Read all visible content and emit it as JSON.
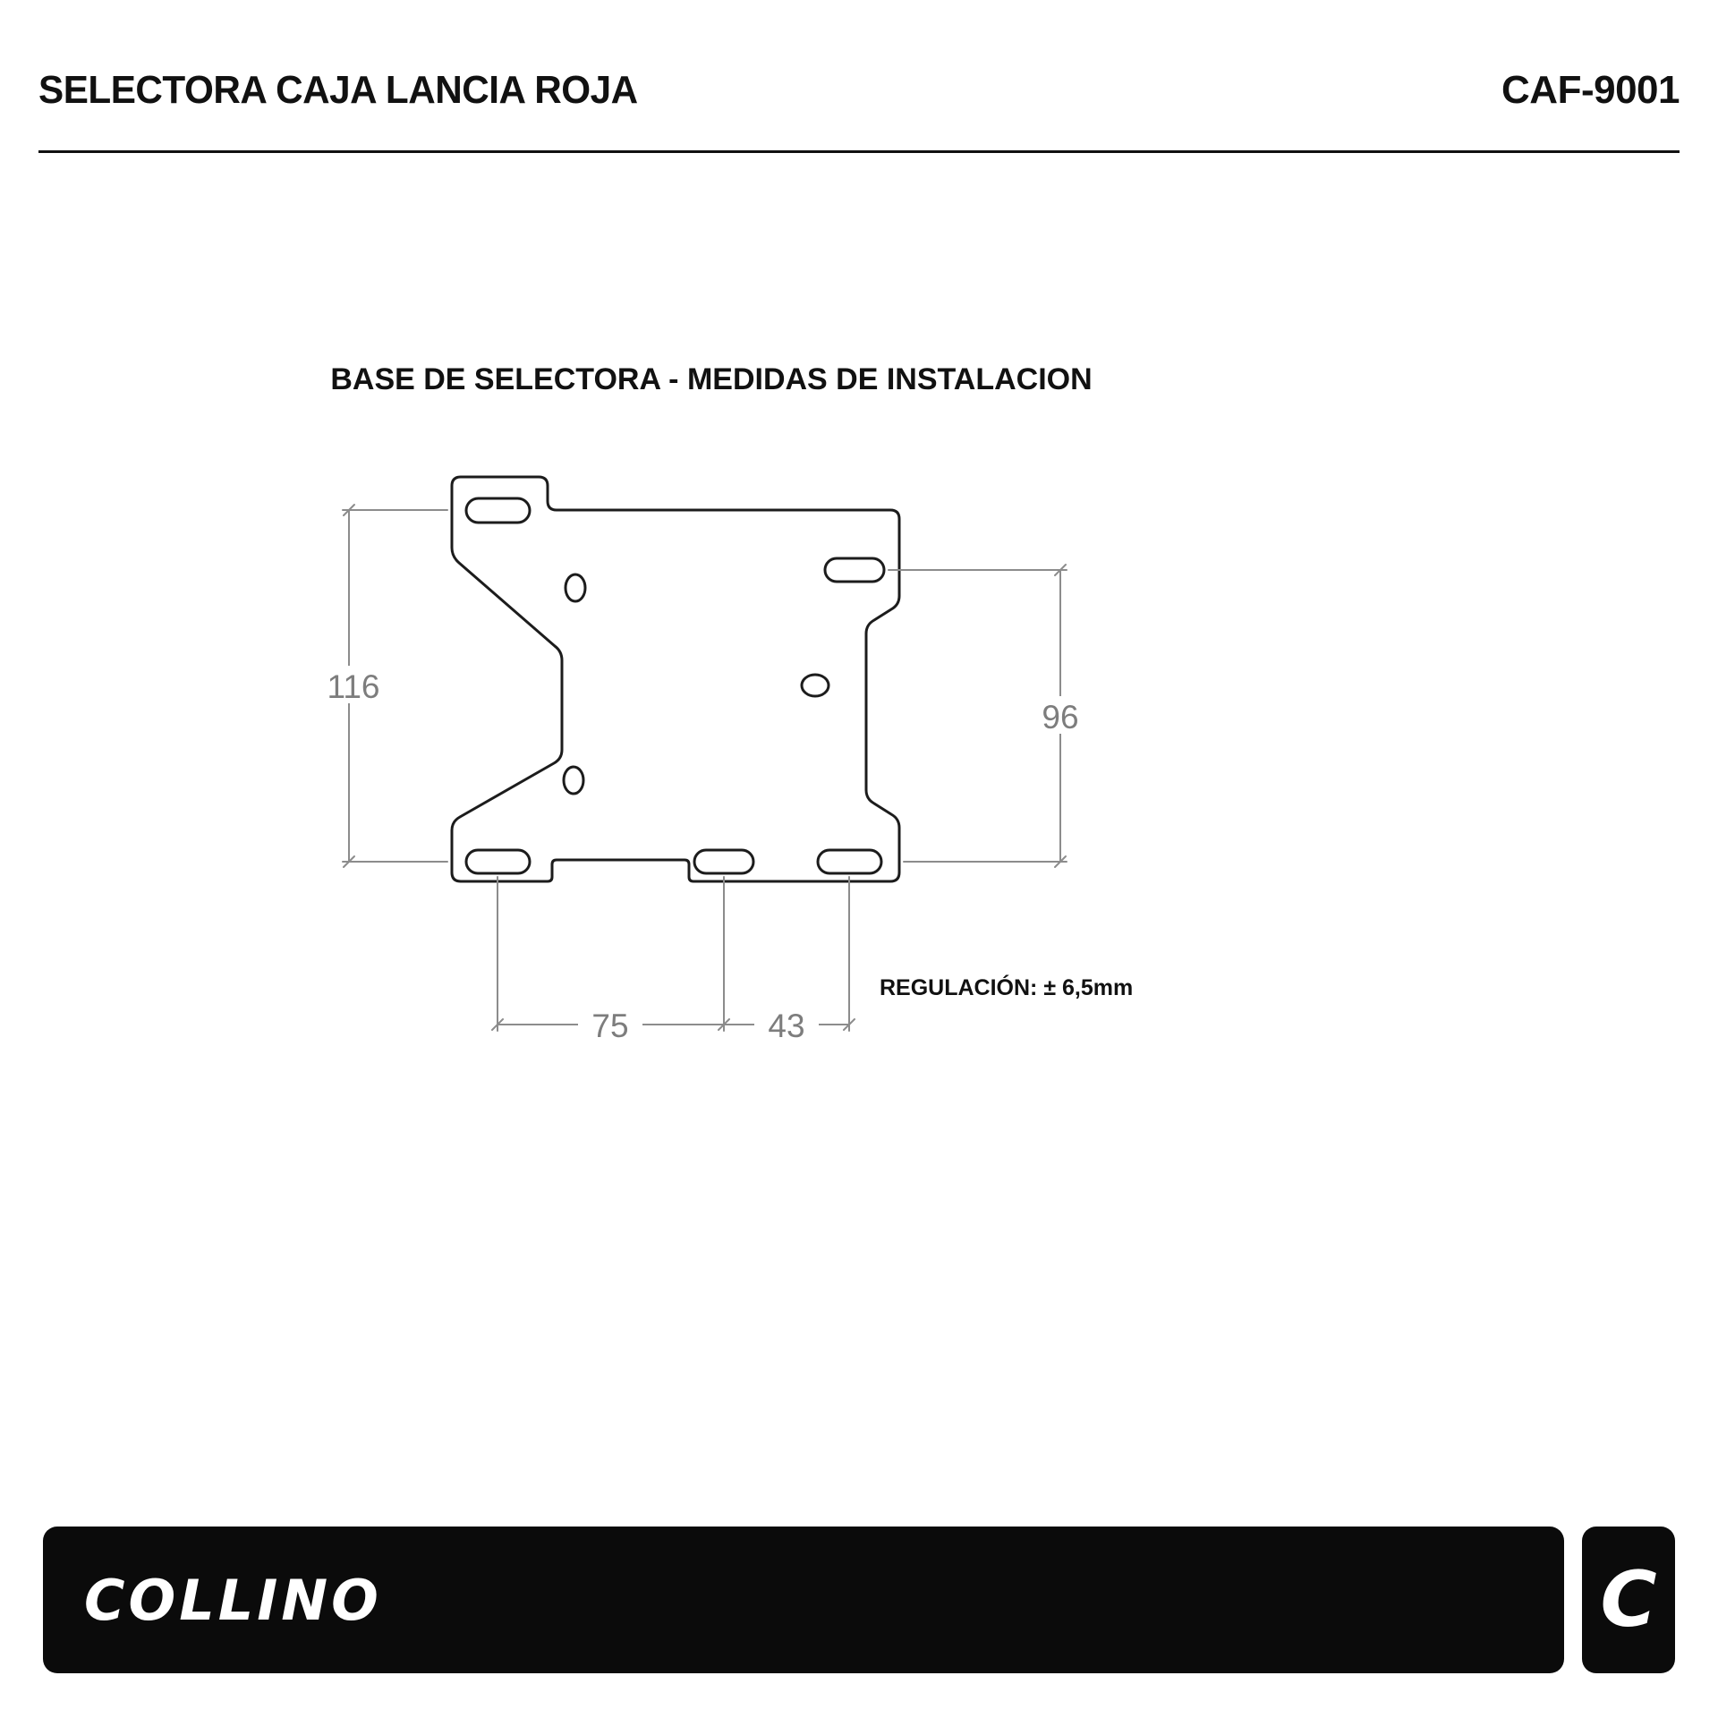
{
  "header": {
    "title": "SELECTORA CAJA LANCIA ROJA",
    "code": "CAF-9001"
  },
  "drawing": {
    "title": "BASE DE SELECTORA - MEDIDAS DE INSTALACION",
    "dims": {
      "left_height": "116",
      "right_height": "96",
      "bottom_left": "75",
      "bottom_right": "43"
    },
    "note": "REGULACIÓN: ± 6,5mm"
  },
  "footer": {
    "brand": "COLLINO",
    "logo_letter": "C"
  },
  "colors": {
    "outline": "#1c1c1c",
    "dimension": "#8c8c8c",
    "footer_bg": "#0b0b0b",
    "text": "#111111",
    "background": "#ffffff"
  }
}
